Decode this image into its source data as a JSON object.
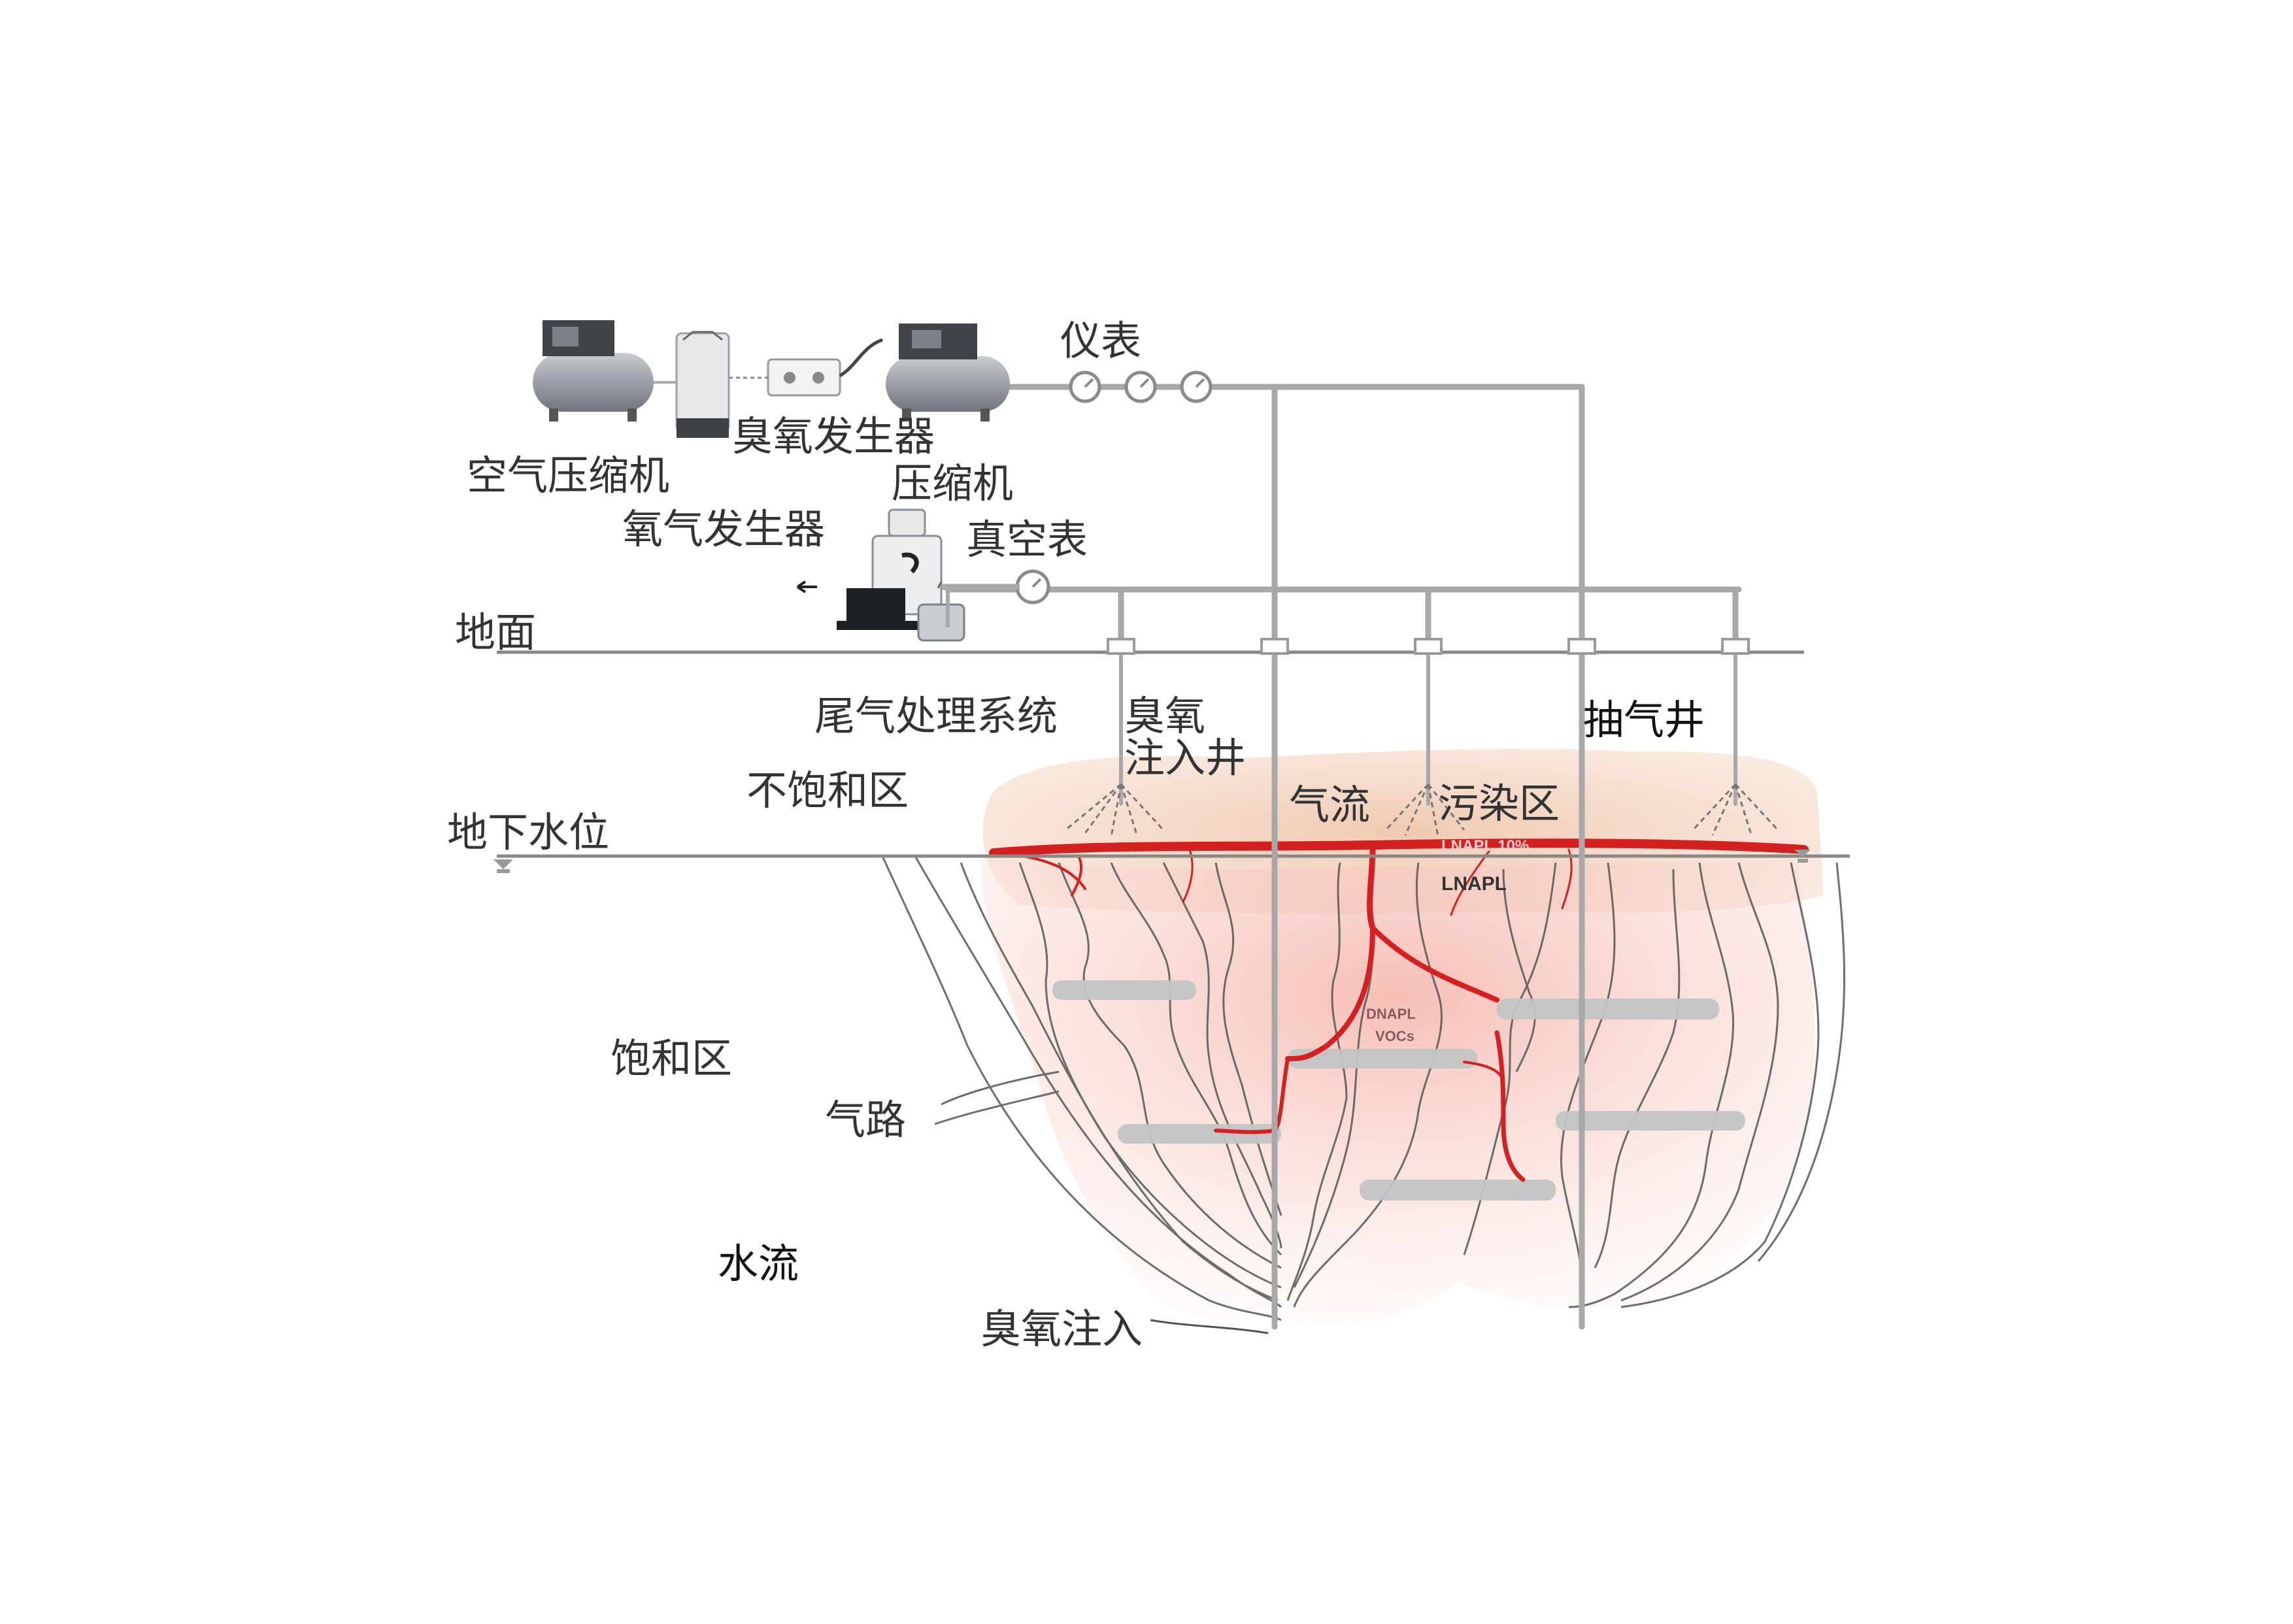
{
  "labels": {
    "meters": "仪表",
    "ozone_generator": "臭氧发生器",
    "air_compressor": "空气压缩机",
    "compressor": "压缩机",
    "oxygen_generator": "氧气发生器",
    "vacuum_gauge": "真空表",
    "ground_surface": "地面",
    "offgas_treatment": "尾气处理系统",
    "ozone_injection_well_line1": "臭氧",
    "ozone_injection_well_line2": "注入井",
    "extraction_well": "抽气井",
    "unsaturated_zone": "不饱和区",
    "airflow": "气流",
    "contaminated_zone": "污染区",
    "water_table": "地下水位",
    "lnapl_layer": "LNAPL 10%",
    "lnapl": "LNAPL",
    "dnapl": "DNAPL",
    "vocs": "VOCs",
    "saturated_zone": "饱和区",
    "air_path": "气路",
    "water_flow": "水流",
    "ozone_injection": "臭氧注入"
  },
  "colors": {
    "pipe": "#a8a8a8",
    "contaminant_red": "#d42020",
    "plume_tan": "#f2d2bc",
    "plume_pink": "#f6c6c0",
    "label_text": "#333333",
    "equipment_gray": "#9da3a8"
  }
}
